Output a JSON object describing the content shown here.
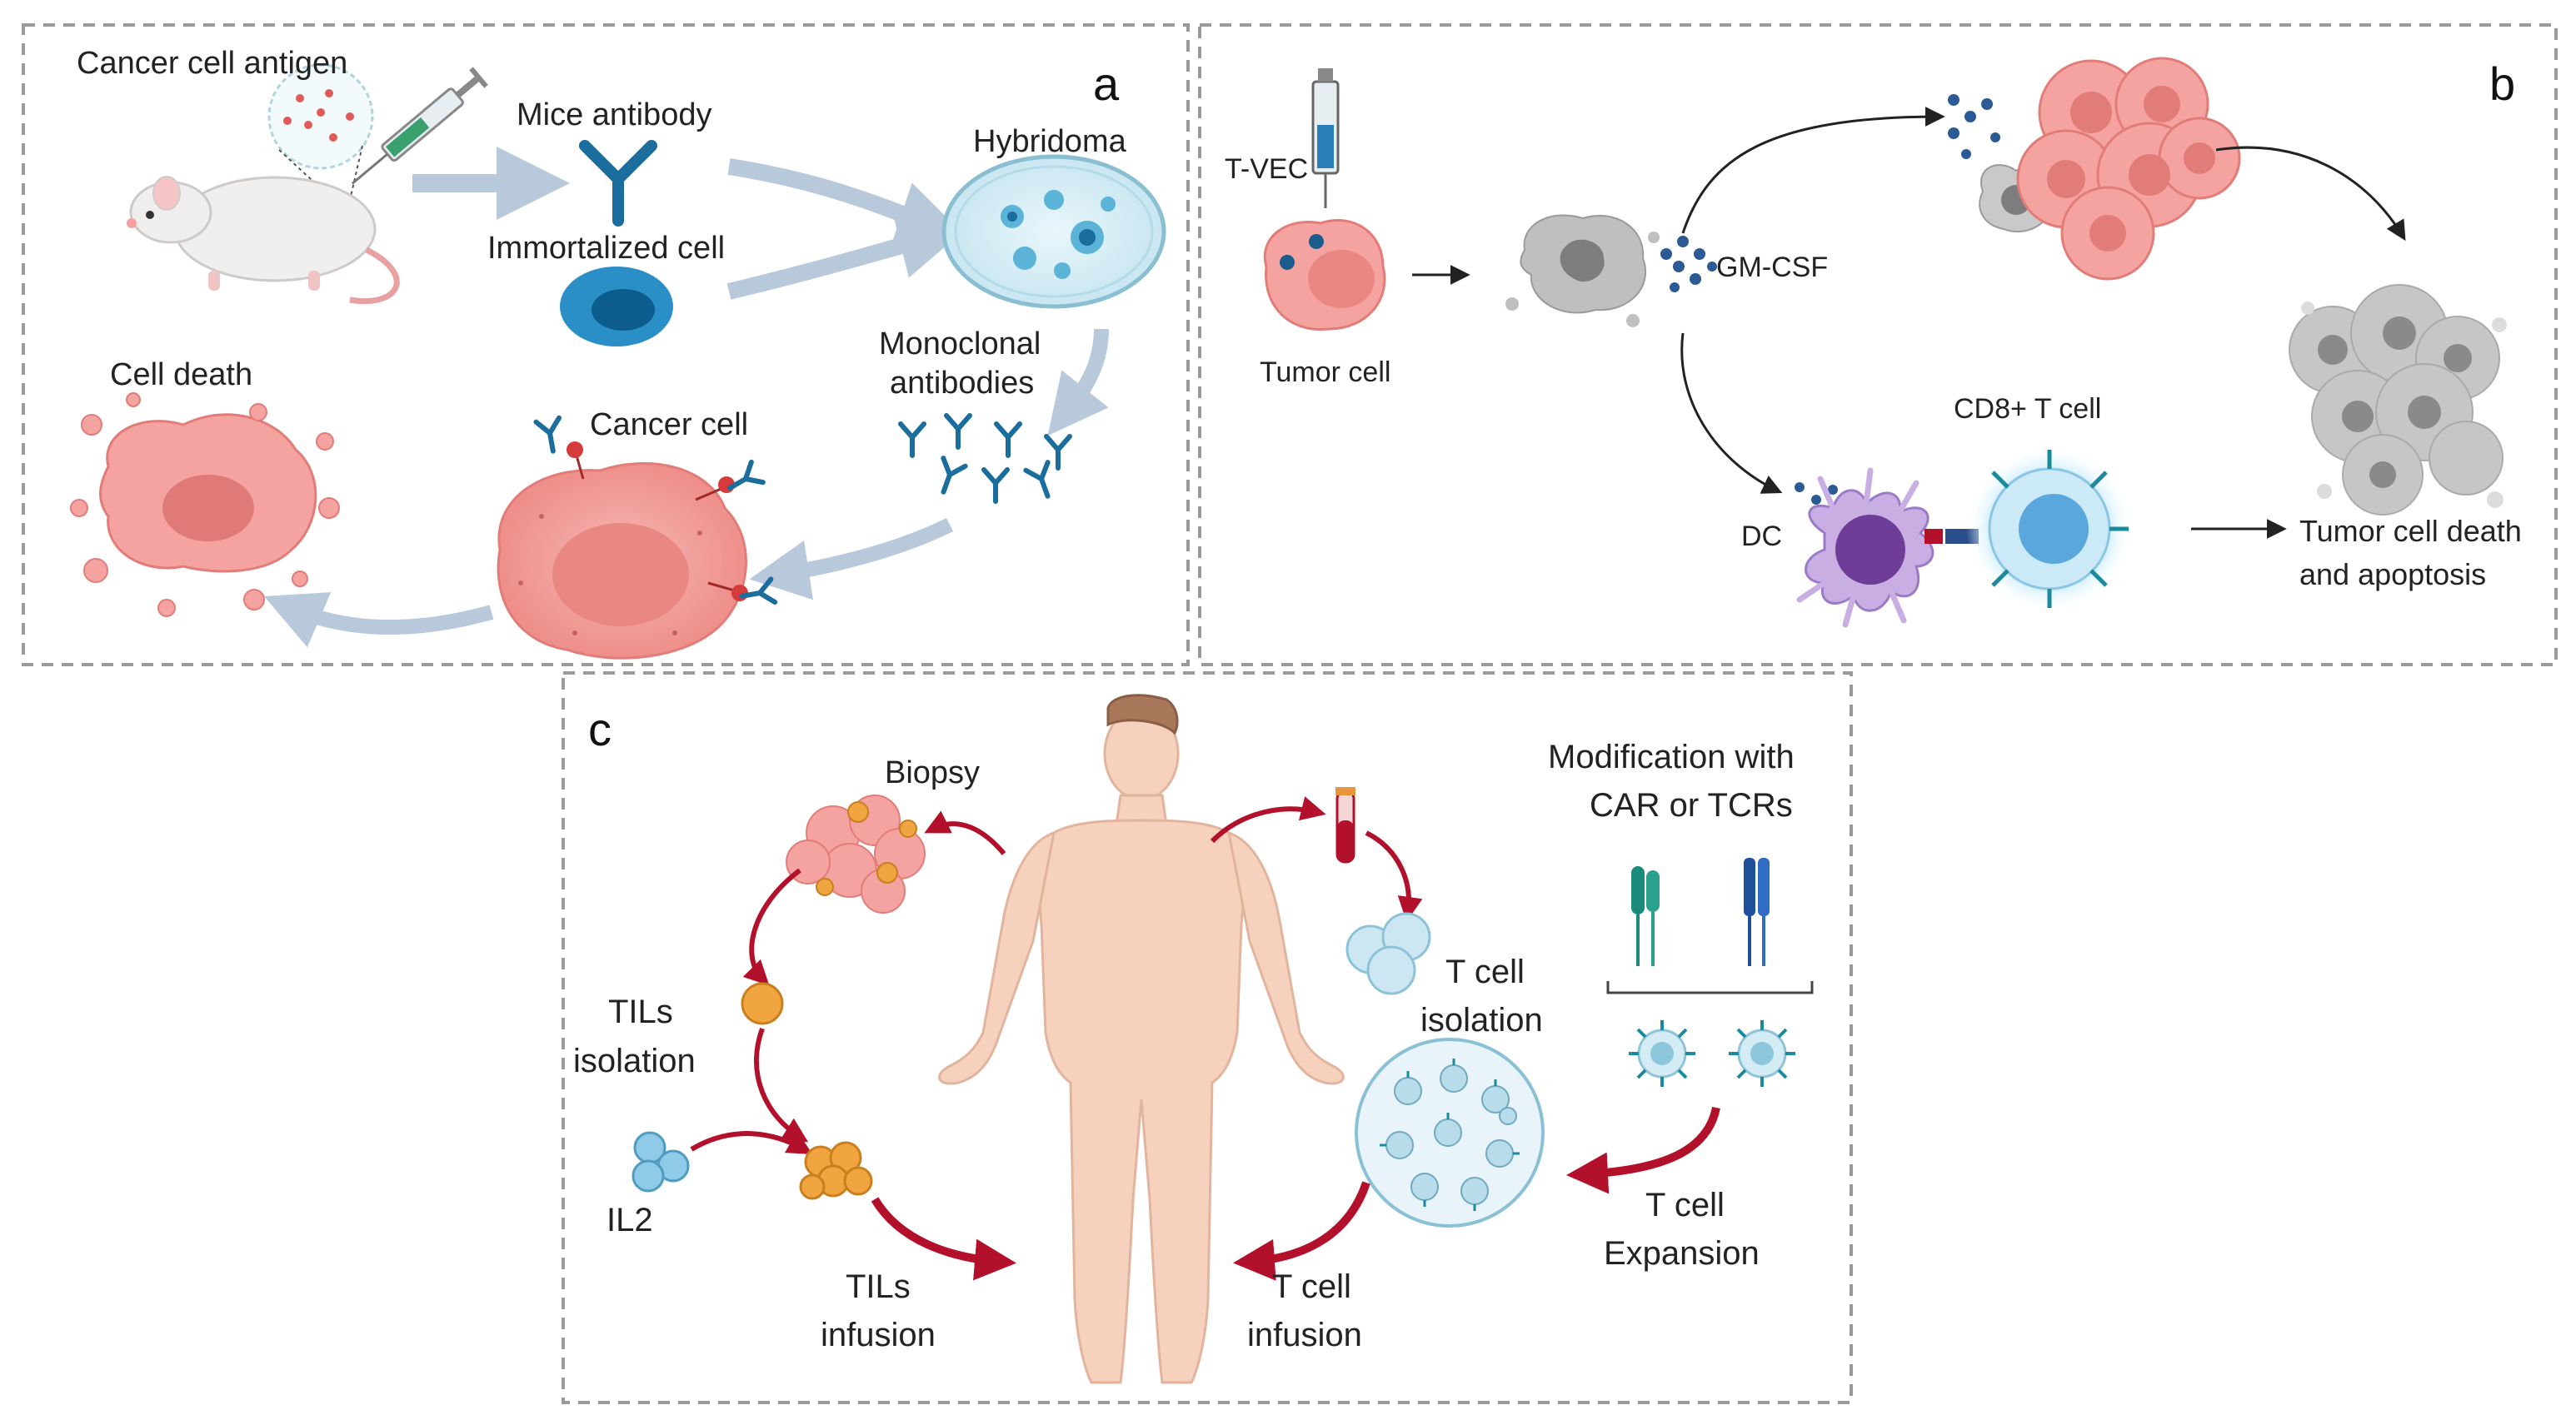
{
  "panels": {
    "a": {
      "letter": "a",
      "cancer_cell_antigen": "Cancer cell antigen",
      "mice_antibody": "Mice antibody",
      "immortalized_cell": "Immortalized cell",
      "hybridoma": "Hybridoma",
      "monoclonal_line1": "Monoclonal",
      "monoclonal_line2": "antibodies",
      "cancer_cell": "Cancer cell",
      "cell_death": "Cell death"
    },
    "b": {
      "letter": "b",
      "tvec": "T-VEC",
      "tumor_cell": "Tumor cell",
      "gm_csf": "GM-CSF",
      "cd8": "CD8+ T cell",
      "dc": "DC",
      "death_line1": "Tumor cell death",
      "death_line2": "and apoptosis"
    },
    "c": {
      "letter": "c",
      "biopsy": "Biopsy",
      "tils_iso_line1": "TILs",
      "tils_iso_line2": "isolation",
      "il2": "IL2",
      "tils_inf_line1": "TILs",
      "tils_inf_line2": "infusion",
      "tcell_iso_line1": "T cell",
      "tcell_iso_line2": "isolation",
      "mod_line1": "Modification with",
      "mod_line2": "CAR or TCRs",
      "expansion_line1": "T cell",
      "expansion_line2": "Expansion",
      "tcell_inf_line1": "T cell",
      "tcell_inf_line2": "infusion"
    }
  },
  "colors": {
    "pale_arrow": "#b9c9dc",
    "red_arrow": "#b3112b",
    "tumor_pink": "#f4a3a0",
    "antibody_blue": "#1a6d9c",
    "dashed_border": "#9a9a9a"
  }
}
